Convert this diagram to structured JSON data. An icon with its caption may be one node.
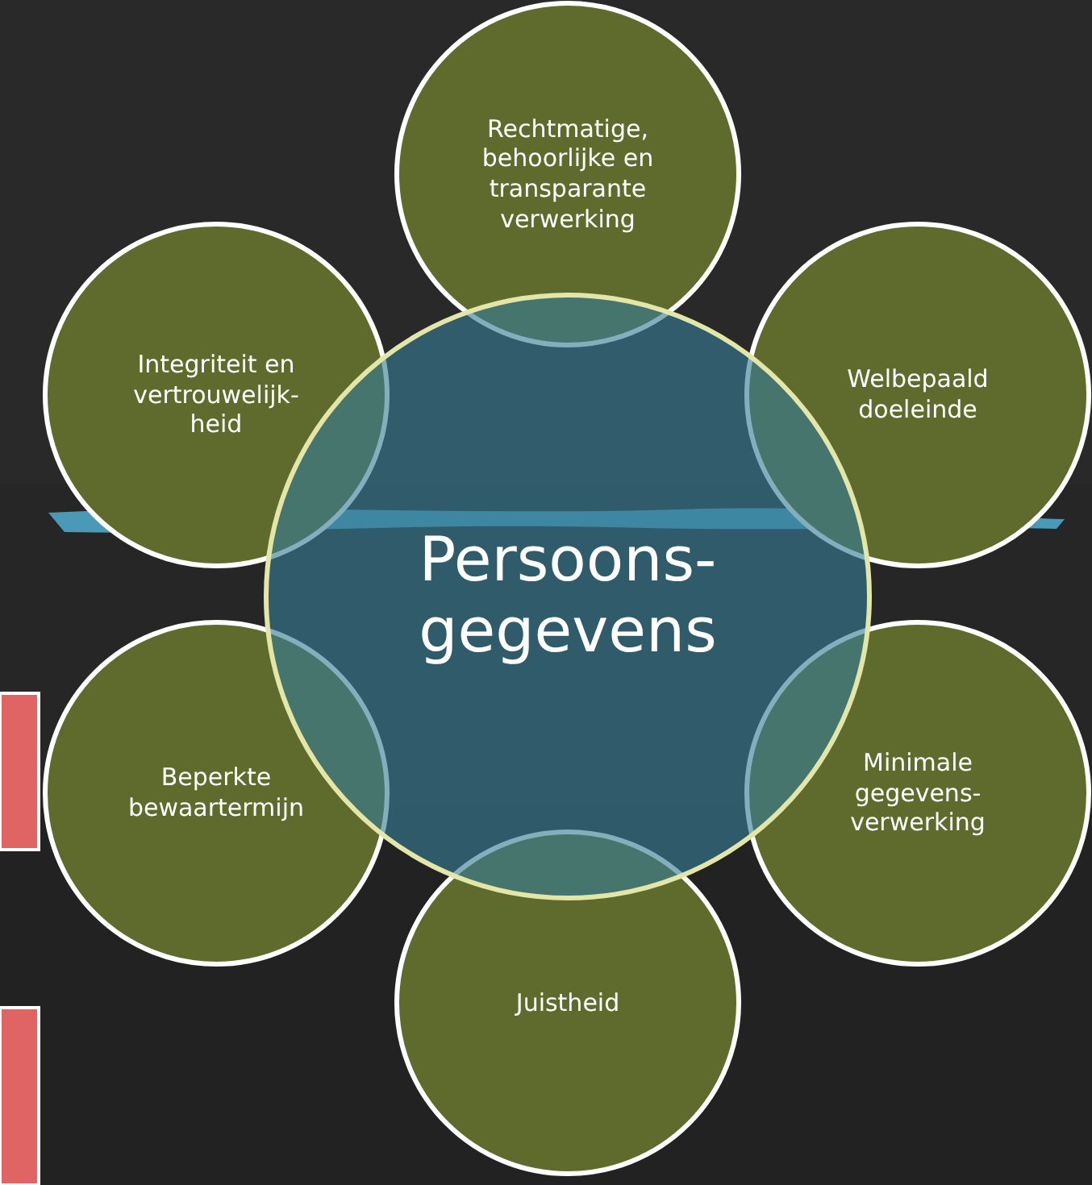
{
  "diagram": {
    "nodes": [
      {
        "text": [
          "Persoons- gegevens"
        ]
      },
      {
        "text": [
          "Rechtmatige, behoorlijke en transparante verwerking"
        ]
      },
      {
        "text": [
          "Welbepaald doeleinde"
        ]
      },
      {
        "text": [
          "Minimale gegevens- verwerking"
        ]
      },
      {
        "text": [
          "Juistheid"
        ]
      },
      {
        "text": [
          "Beperkte bewaartermijn"
        ]
      },
      {
        "text": [
          "Integriteit en vertrouwelijk- heid"
        ]
      }
    ]
  }
}
